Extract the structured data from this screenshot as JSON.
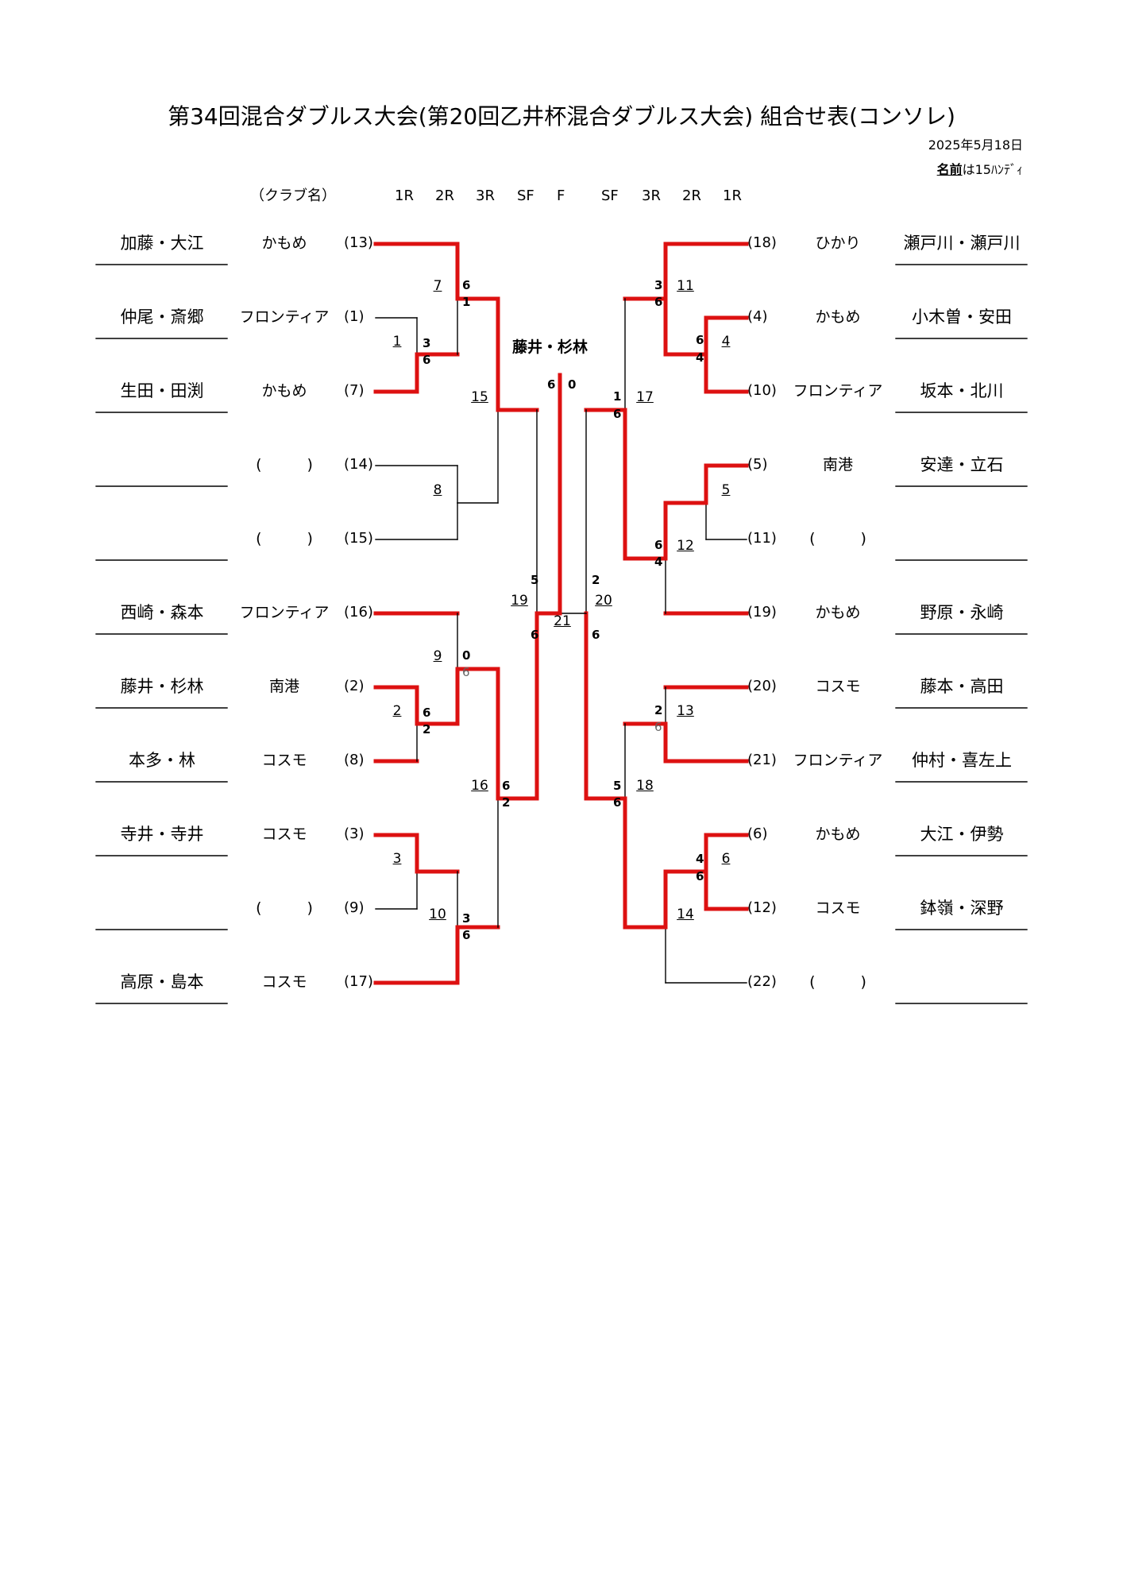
{
  "title": "第34回混合ダブルス大会(第20回乙井杯混合ダブルス大会) 組合せ表(コンソレ)",
  "date": "2025年5月18日",
  "note": {
    "bold": "名前",
    "rest": "は15ﾊﾝﾃﾞｨ"
  },
  "club_header": "（クラブ名）",
  "rounds_left": [
    "1R",
    "2R",
    "3R",
    "SF"
  ],
  "final_label": "F",
  "rounds_right": [
    "SF",
    "3R",
    "2R",
    "1R"
  ],
  "champion": "藤井・杉林",
  "final_scores": [
    "6",
    "0"
  ],
  "left_entries": [
    {
      "name": "加藤・大江",
      "club": "かもめ",
      "seed": "(13)"
    },
    {
      "name": "仲尾・斎郷",
      "club": "フロンティア",
      "seed": "(1)"
    },
    {
      "name": "生田・田渕",
      "club": "かもめ",
      "seed": "(7)"
    },
    {
      "name": "",
      "club": "(　　　)",
      "seed": "(14)"
    },
    {
      "name": "",
      "club": "(　　　)",
      "seed": "(15)"
    },
    {
      "name": "西崎・森本",
      "club": "フロンティア",
      "seed": "(16)"
    },
    {
      "name": "藤井・杉林",
      "club": "南港",
      "seed": "(2)"
    },
    {
      "name": "本多・林",
      "club": "コスモ",
      "seed": "(8)"
    },
    {
      "name": "寺井・寺井",
      "club": "コスモ",
      "seed": "(3)"
    },
    {
      "name": "",
      "club": "(　　　)",
      "seed": "(9)"
    },
    {
      "name": "高原・島本",
      "club": "コスモ",
      "seed": "(17)"
    }
  ],
  "right_entries": [
    {
      "name": "瀬戸川・瀬戸川",
      "club": "ひかり",
      "seed": "(18)"
    },
    {
      "name": "小木曽・安田",
      "club": "かもめ",
      "seed": "(4)"
    },
    {
      "name": "坂本・北川",
      "club": "フロンティア",
      "seed": "(10)"
    },
    {
      "name": "安達・立石",
      "club": "南港",
      "seed": "(5)"
    },
    {
      "name": "",
      "club": "(　　　)",
      "seed": "(11)"
    },
    {
      "name": "野原・永崎",
      "club": "かもめ",
      "seed": "(19)"
    },
    {
      "name": "藤本・高田",
      "club": "コスモ",
      "seed": "(20)"
    },
    {
      "name": "仲村・喜左上",
      "club": "フロンティア",
      "seed": "(21)"
    },
    {
      "name": "大江・伊勢",
      "club": "かもめ",
      "seed": "(6)"
    },
    {
      "name": "鉢嶺・深野",
      "club": "コスモ",
      "seed": "(12)"
    },
    {
      "name": "",
      "club": "(　　　)",
      "seed": "(22)"
    }
  ],
  "match_numbers": [
    "1",
    "2",
    "3",
    "4",
    "5",
    "6",
    "7",
    "8",
    "9",
    "10",
    "11",
    "12",
    "13",
    "14",
    "15",
    "16",
    "17",
    "18",
    "19",
    "20",
    "21"
  ],
  "scores": {
    "m1": [
      "3",
      "6"
    ],
    "m2": [
      "6",
      "2"
    ],
    "m3": [
      "3",
      "6"
    ],
    "m7": [
      "6",
      "1"
    ],
    "m9": [
      "0",
      "6"
    ],
    "m15": [
      "5"
    ],
    "m16": [
      "6",
      "2"
    ],
    "m19": [
      "6"
    ],
    "m4": [
      "6",
      "4"
    ],
    "m6": [
      "4",
      "6"
    ],
    "m11": [
      "3",
      "6"
    ],
    "m12": [
      "6",
      "4"
    ],
    "m13": [
      "2",
      "6"
    ],
    "m17": [
      "1",
      "6"
    ],
    "m18": [
      "5",
      "6"
    ],
    "m20": [
      "2",
      "6"
    ]
  },
  "colors": {
    "win_line": "#dd1111",
    "line": "#000000",
    "muted": "#666666"
  }
}
